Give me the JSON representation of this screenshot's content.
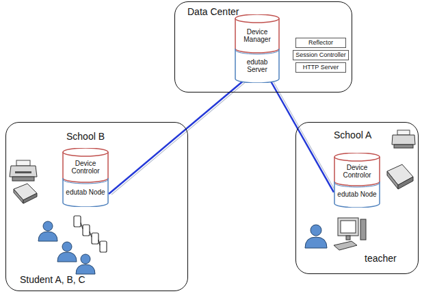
{
  "diagram": {
    "nodes": [
      {
        "text": [
          "Data Center"
        ]
      },
      {
        "text": [
          "Device Manager",
          "edutab Server"
        ],
        "in": 0
      },
      {
        "text": [
          "Reflector"
        ],
        "in": 0
      },
      {
        "text": [
          "Session Controller"
        ],
        "in": 0
      },
      {
        "text": [
          "HTTP Server"
        ],
        "in": 0
      },
      {
        "text": [
          "School B",
          "Student A, B, C"
        ]
      },
      {
        "text": [
          "Device Controlor",
          "edutab Node"
        ],
        "in": 5
      },
      {
        "text": [
          "School A",
          "teacher"
        ]
      },
      {
        "text": [
          "Device Controlor",
          "edutab Node"
        ],
        "in": 7
      }
    ],
    "edges": [
      {
        "from": 1,
        "to": 6,
        "arrow": "none"
      },
      {
        "from": 1,
        "to": 8,
        "arrow": "none"
      }
    ]
  }
}
